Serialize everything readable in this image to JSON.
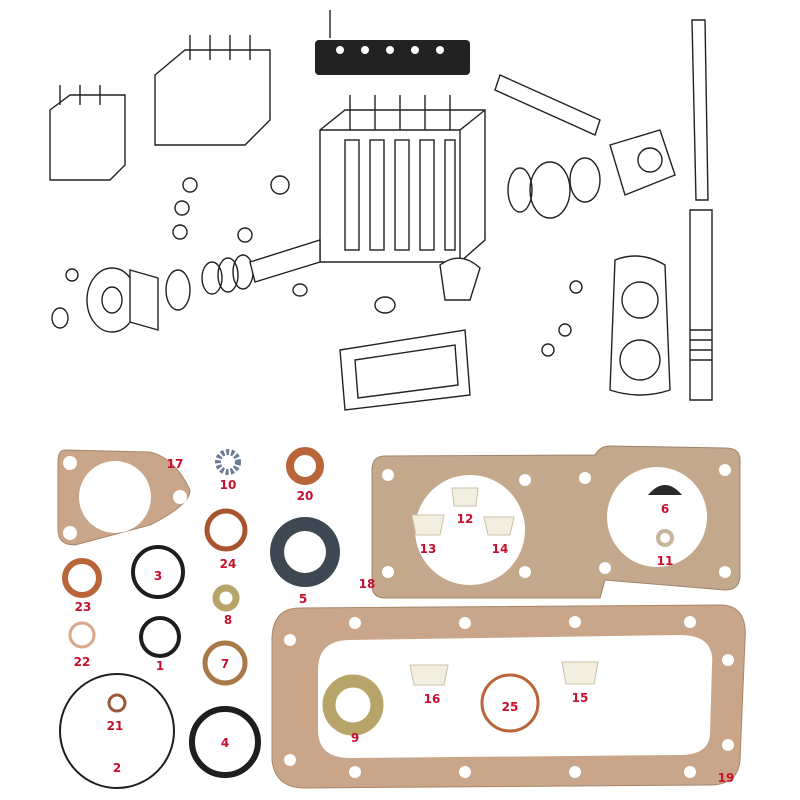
{
  "colors": {
    "label": "#c8102e",
    "gasket_paper": "#c9a58a",
    "copper": "#b8653a",
    "rubber": "#1e1e1e",
    "seal": "#3d4852",
    "brass": "#b7a468"
  },
  "parts": {
    "p1": "1",
    "p2": "2",
    "p3": "3",
    "p4": "4",
    "p5": "5",
    "p6": "6",
    "p7": "7",
    "p8": "8",
    "p9": "9",
    "p10": "10",
    "p11": "11",
    "p12": "12",
    "p13": "13",
    "p14": "14",
    "p15": "15",
    "p16": "16",
    "p17": "17",
    "p18": "18",
    "p19": "19",
    "p20": "20",
    "p21": "21",
    "p22": "22",
    "p23": "23",
    "p24": "24",
    "p25": "25"
  }
}
